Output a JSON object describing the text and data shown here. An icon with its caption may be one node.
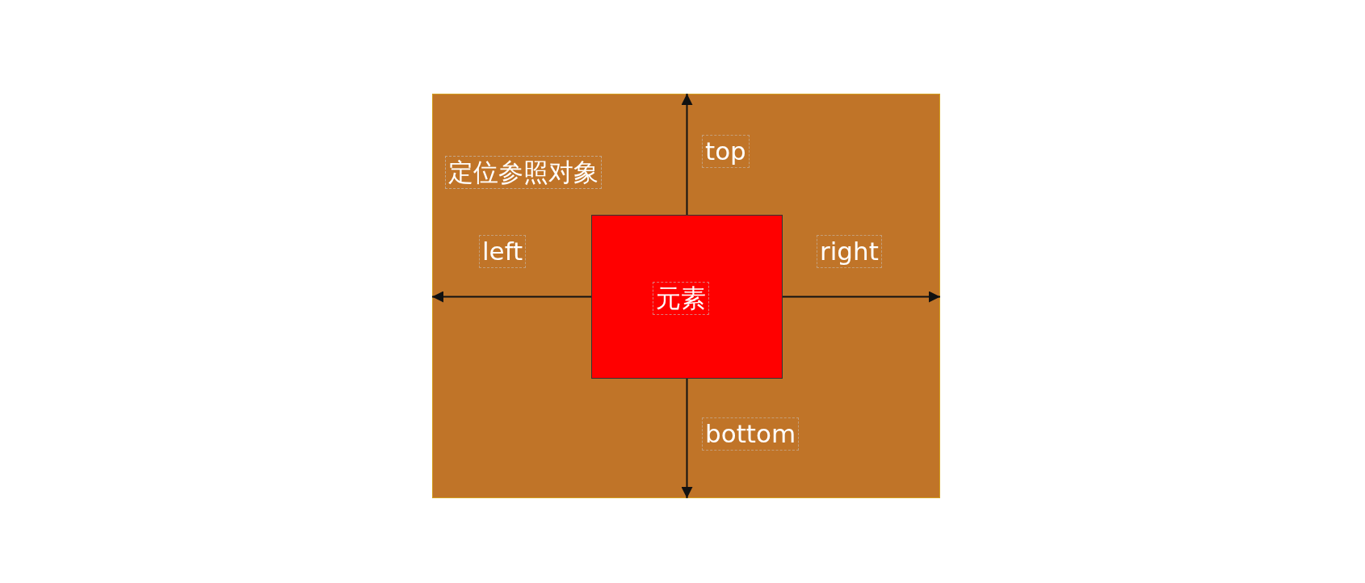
{
  "diagram": {
    "nodes": [
      {
        "text": [
          "定位参照对象"
        ]
      },
      {
        "text": [
          "元素"
        ],
        "in": 0
      }
    ],
    "edges": [
      {
        "from": 1,
        "to": 0,
        "arrow": "to",
        "label": "top"
      },
      {
        "from": 1,
        "to": 0,
        "arrow": "to",
        "label": "left"
      },
      {
        "from": 1,
        "to": 0,
        "arrow": "to",
        "label": "right"
      },
      {
        "from": 1,
        "to": 0,
        "arrow": "to",
        "label": "bottom"
      }
    ]
  }
}
